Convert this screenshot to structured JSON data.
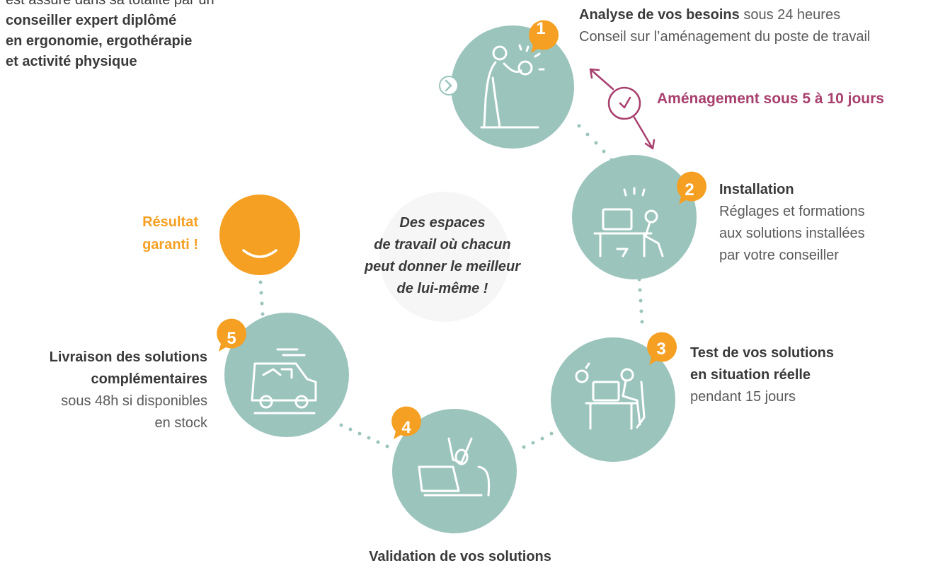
{
  "colors": {
    "teal": "#9bc4bd",
    "orange": "#f5a023",
    "purple": "#a8406e",
    "text": "#3a3a3a"
  },
  "intro": {
    "line1": "est assuré dans sa totalité par un",
    "line2": "conseiller expert diplômé",
    "line3": "en ergonomie, ergothérapie",
    "line4": "et activité physique"
  },
  "center_message": {
    "line1": "Des espaces",
    "line2": "de travail où chacun",
    "line3": "peut donner le meilleur",
    "line4": "de lui-même !"
  },
  "result": {
    "line1": "Résultat",
    "line2": "garanti !"
  },
  "delay": {
    "label": "Aménagement sous 5 à 10 jours",
    "icon": "clock-icon"
  },
  "steps": [
    {
      "number": "1",
      "title": "Analyse de vos besoins",
      "title_suffix": " sous 24 heures",
      "desc1": "Conseil sur l’aménagement du poste de travail",
      "icon": "person-thinking-icon"
    },
    {
      "number": "2",
      "title": "Installation",
      "desc1": "Réglages et formations",
      "desc2": "aux solutions installées",
      "desc3": "par votre conseiller",
      "icon": "installation-icon"
    },
    {
      "number": "3",
      "title": "Test de vos solutions",
      "title2": "en situation réelle",
      "desc1": "pendant 15 jours",
      "icon": "desk-test-icon"
    },
    {
      "number": "4",
      "title": "Validation de vos solutions",
      "icon": "celebration-icon"
    },
    {
      "number": "5",
      "title": "Livraison des solutions",
      "title2": "complémentaires",
      "desc1": "sous 48h si disponibles",
      "desc2": "en stock",
      "icon": "delivery-van-icon"
    }
  ]
}
